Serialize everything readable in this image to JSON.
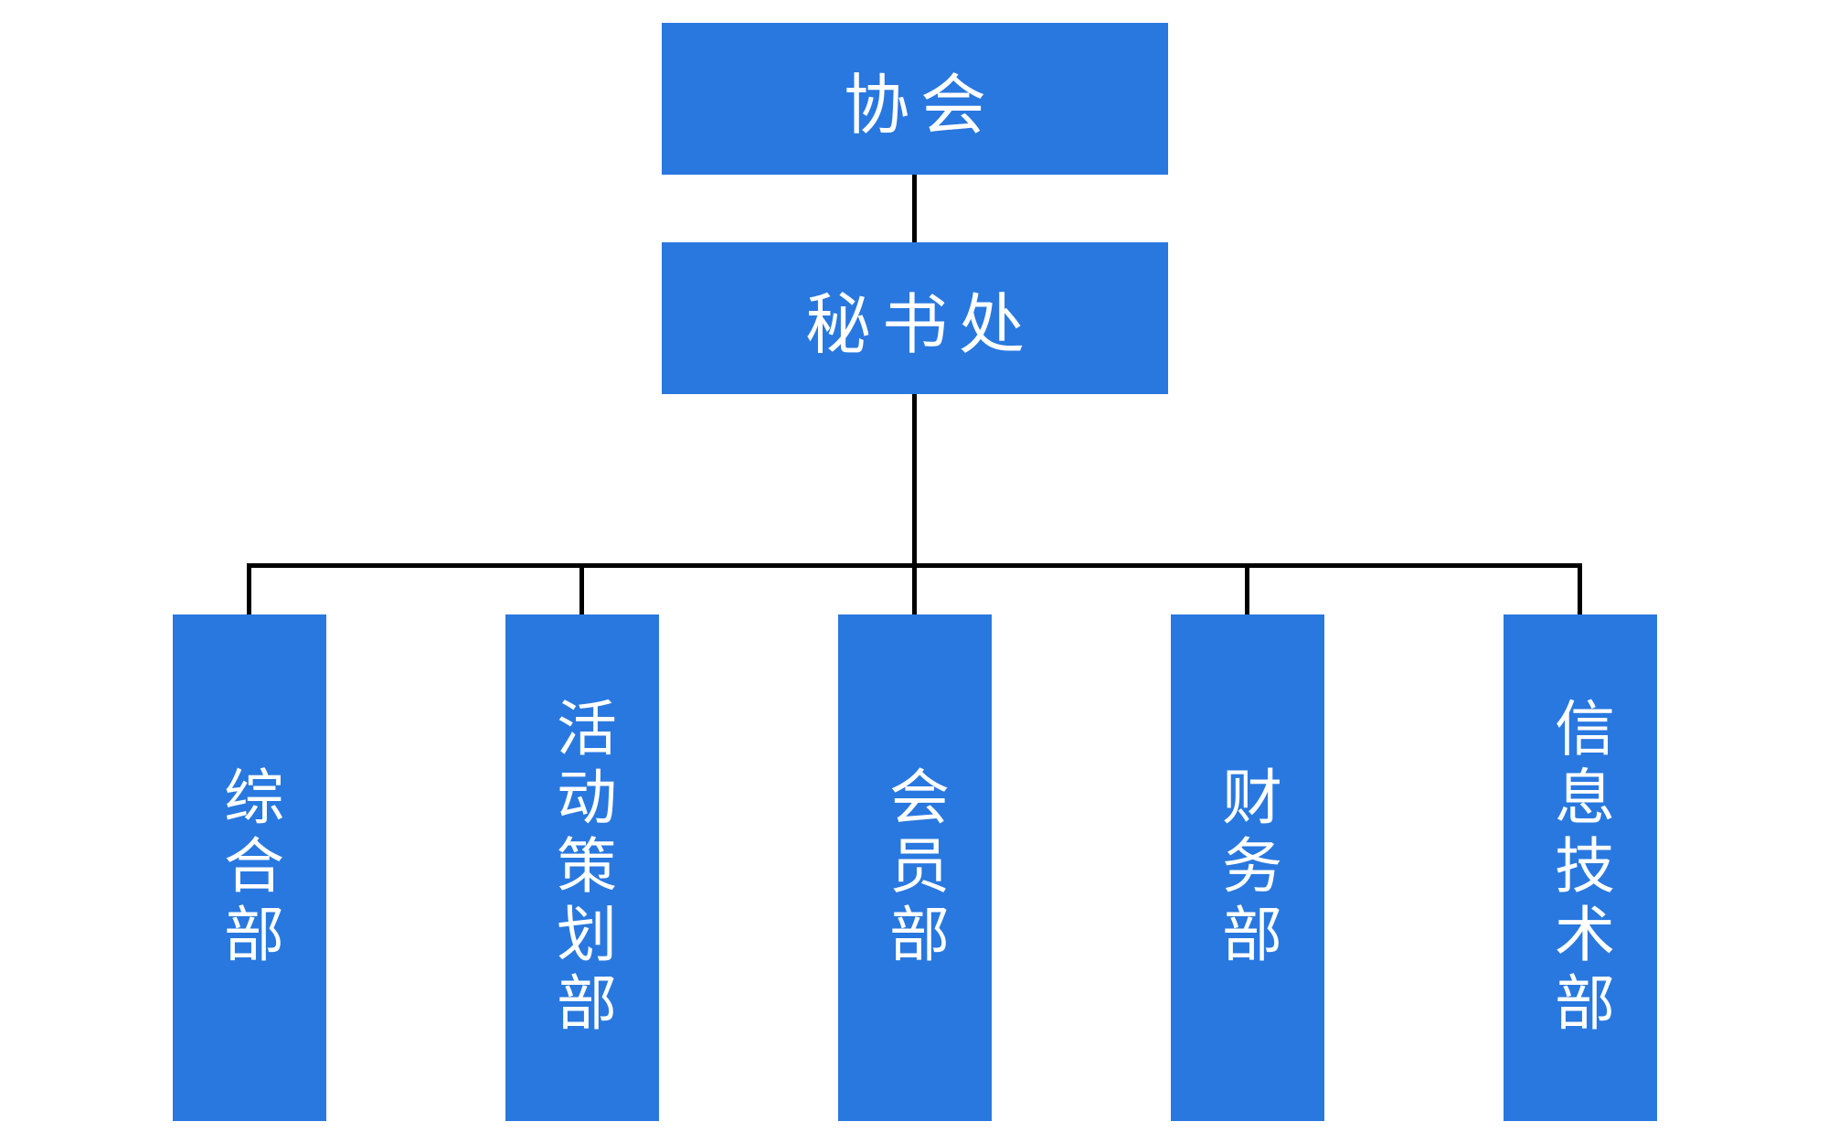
{
  "diagram": {
    "type": "org_chart",
    "colors": {
      "node_fill": "#2878e0",
      "node_text": "#ffffff",
      "connector": "#000000",
      "background": "#ffffff"
    },
    "nodes": {
      "root": {
        "label": "协会"
      },
      "secretariat": {
        "label": "秘书处"
      },
      "departments": [
        {
          "label": "综合部"
        },
        {
          "label": "活动策划部"
        },
        {
          "label": "会员部"
        },
        {
          "label": "财务部"
        },
        {
          "label": "信息技术部"
        }
      ]
    },
    "edges": [
      {
        "from": "协会",
        "to": "秘书处"
      },
      {
        "from": "秘书处",
        "to": "综合部"
      },
      {
        "from": "秘书处",
        "to": "活动策划部"
      },
      {
        "from": "秘书处",
        "to": "会员部"
      },
      {
        "from": "秘书处",
        "to": "财务部"
      },
      {
        "from": "秘书处",
        "to": "信息技术部"
      }
    ]
  }
}
